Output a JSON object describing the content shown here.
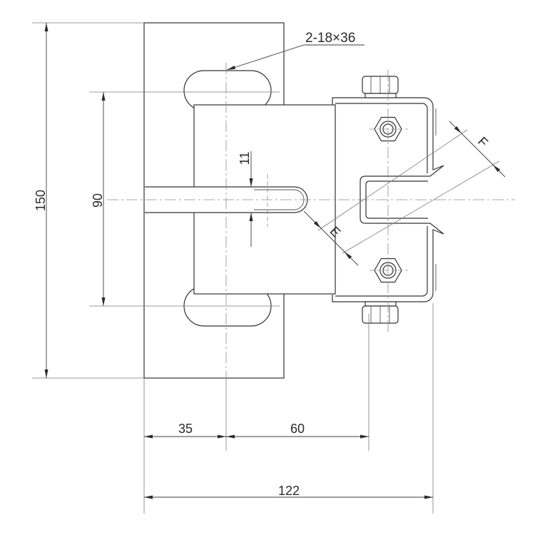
{
  "callout": {
    "text": "2-18×36"
  },
  "dimensions": {
    "overall_height": "150",
    "slot_pitch": "90",
    "pin_width": "11",
    "e": "E",
    "f": "F",
    "plate_to_center": "35",
    "center_to_bracket": "60",
    "overall_width": "122"
  }
}
